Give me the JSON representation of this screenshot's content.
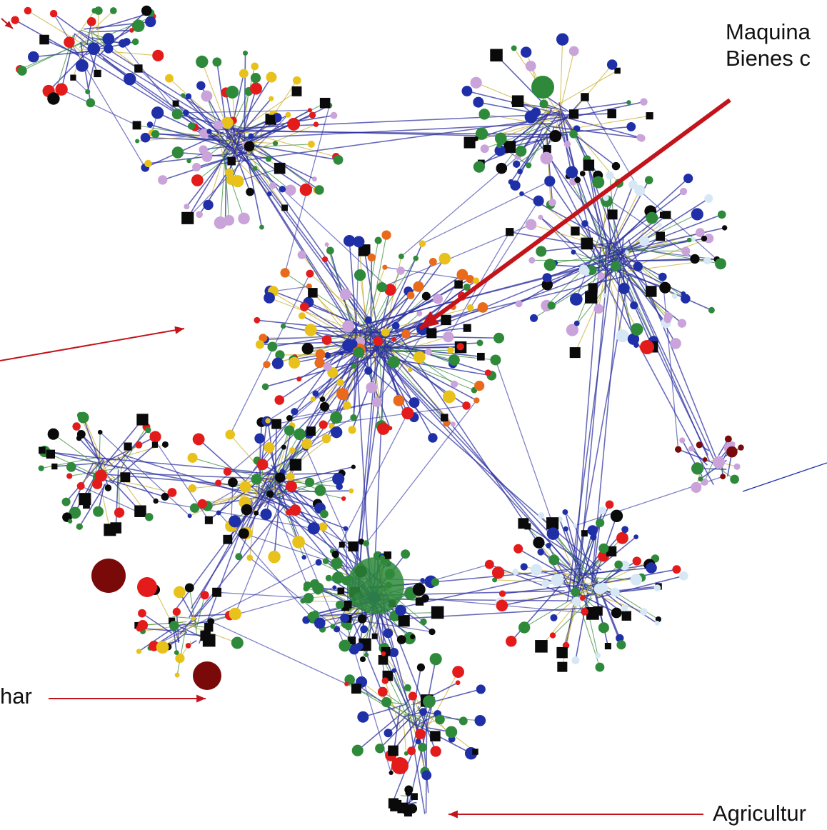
{
  "annotations": {
    "maquinaria": {
      "line1": "Maquina",
      "line2": "Bienes c"
    },
    "azucar": "har",
    "agricultura": "Agricultur"
  },
  "colors": {
    "link_blue": "#2b2fa0",
    "link_yellow": "#c9b030",
    "link_green": "#3f8f44",
    "arrow_red": "#c3141b",
    "node_black": "#0a0a0a",
    "node_green": "#2e8a3a",
    "node_blue": "#1f2fa8",
    "node_lavender": "#c9a3d9",
    "node_lightblue": "#d6e8f5",
    "node_red": "#e31b1b",
    "node_darkred": "#7a0a0a",
    "node_yellow": "#e8c21a",
    "node_orange": "#e86a1a"
  }
}
